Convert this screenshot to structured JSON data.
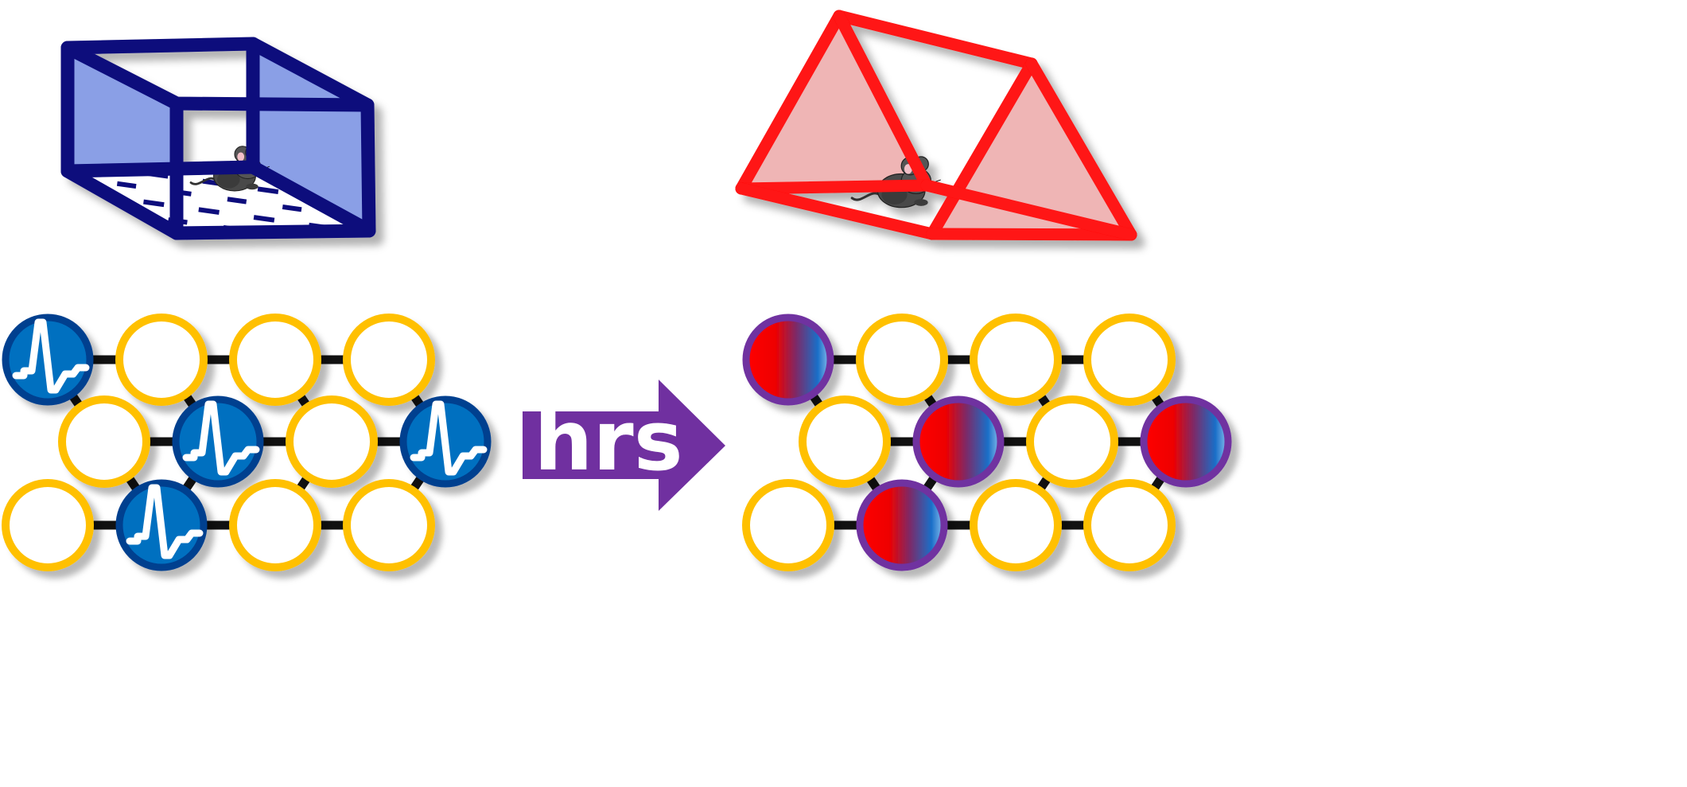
{
  "arrow": {
    "label": "hrs"
  },
  "colors": {
    "box_stroke": "#0a0a7c",
    "box_fill": "#8a9fe6",
    "triangle_stroke": "#ff1212",
    "triangle_fill": "#efb5b5",
    "neuron_ring": "#ffc000",
    "neuron_active_fill": "#0070c0",
    "neuron_active_ring": "#003f8f",
    "neuron_tagged_ring": "#7030a0",
    "arrow_fill": "#7030a0",
    "connector": "#111111",
    "mouse": "#4a4a4a"
  },
  "networks": {
    "before": {
      "active_neurons": [
        "r0c0",
        "r1c1",
        "r1c3",
        "r2c1"
      ]
    },
    "after": {
      "tagged_neurons": [
        "r0c0",
        "r1c1",
        "r1c3",
        "r2c1"
      ]
    }
  }
}
